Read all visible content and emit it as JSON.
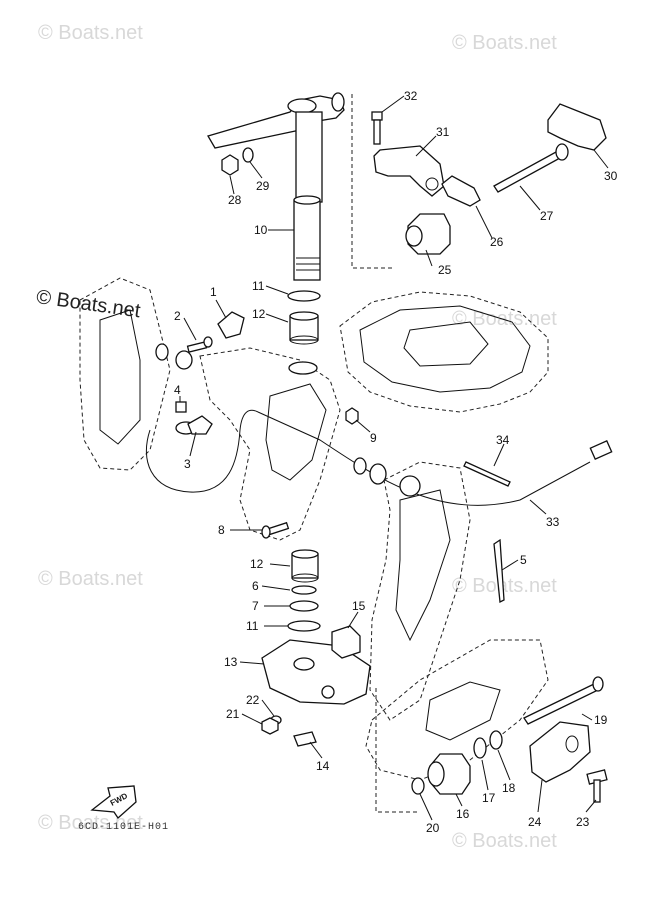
{
  "watermark": {
    "text": "© Boats.net"
  },
  "diagram_code": "6CD-1101E-H01",
  "fwd_label": "FWD",
  "callouts": [
    "1",
    "2",
    "3",
    "4",
    "5",
    "6",
    "7",
    "8",
    "9",
    "10",
    "11",
    "11",
    "12",
    "12",
    "13",
    "14",
    "15",
    "16",
    "17",
    "18",
    "19",
    "20",
    "21",
    "22",
    "23",
    "24",
    "25",
    "26",
    "27",
    "28",
    "29",
    "30",
    "31",
    "32",
    "33",
    "34"
  ],
  "colors": {
    "line": "#111111",
    "watermark": "#d8d8d8",
    "background": "#ffffff"
  }
}
